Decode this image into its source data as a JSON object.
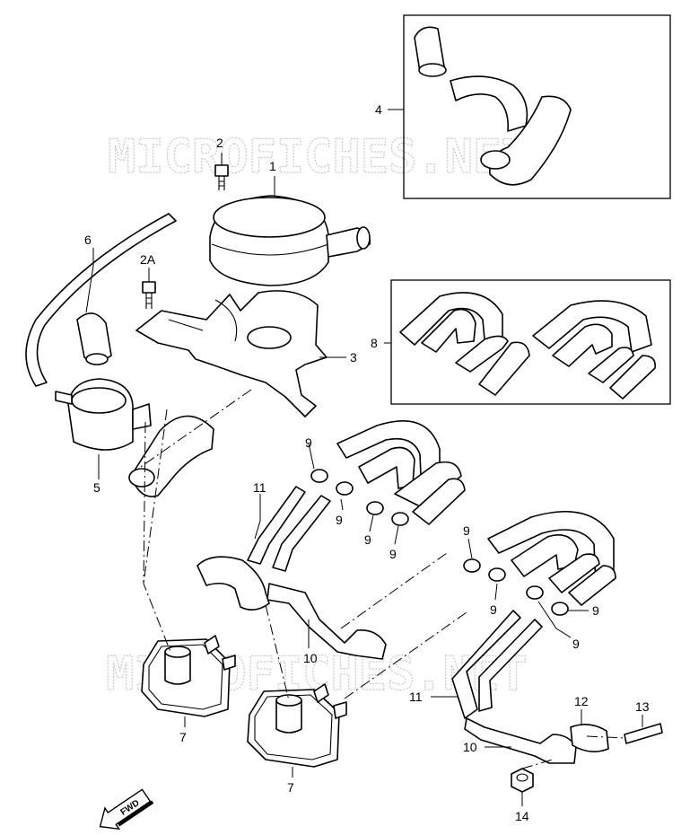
{
  "watermark": "MICROFICHES.NET",
  "fwd_label": "FWD",
  "callouts": [
    {
      "id": "c1",
      "text": "1"
    },
    {
      "id": "c2",
      "text": "2"
    },
    {
      "id": "c2a",
      "text": "2A"
    },
    {
      "id": "c3",
      "text": "3"
    },
    {
      "id": "c4",
      "text": "4"
    },
    {
      "id": "c5",
      "text": "5"
    },
    {
      "id": "c6",
      "text": "6"
    },
    {
      "id": "c7a",
      "text": "7"
    },
    {
      "id": "c7b",
      "text": "7"
    },
    {
      "id": "c8",
      "text": "8"
    },
    {
      "id": "c9a",
      "text": "9"
    },
    {
      "id": "c9b",
      "text": "9"
    },
    {
      "id": "c9c",
      "text": "9"
    },
    {
      "id": "c9d",
      "text": "9"
    },
    {
      "id": "c9e",
      "text": "9"
    },
    {
      "id": "c9f",
      "text": "9"
    },
    {
      "id": "c9g",
      "text": "9"
    },
    {
      "id": "c9h",
      "text": "9"
    },
    {
      "id": "c10a",
      "text": "10"
    },
    {
      "id": "c10b",
      "text": "10"
    },
    {
      "id": "c11a",
      "text": "11"
    },
    {
      "id": "c11b",
      "text": "11"
    },
    {
      "id": "c12",
      "text": "12"
    },
    {
      "id": "c13",
      "text": "13"
    },
    {
      "id": "c14",
      "text": "14"
    }
  ]
}
